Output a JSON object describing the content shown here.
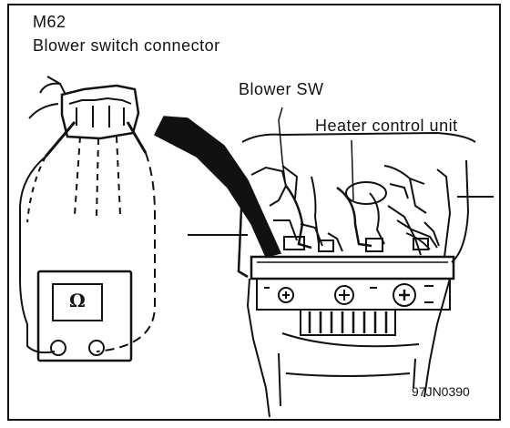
{
  "labels": {
    "connector_id": "M62",
    "connector_name": "Blower switch connector",
    "blower_sw": "Blower SW",
    "heater_control_unit": "Heater control unit",
    "meter_symbol": "Ω",
    "figure_ref": "97JN0390"
  },
  "icons": [
    "ohmmeter-icon",
    "connector-icon",
    "probe-icon",
    "pointer-arrow-icon"
  ],
  "colors": {
    "ink": "#111111",
    "paper": "#ffffff"
  }
}
